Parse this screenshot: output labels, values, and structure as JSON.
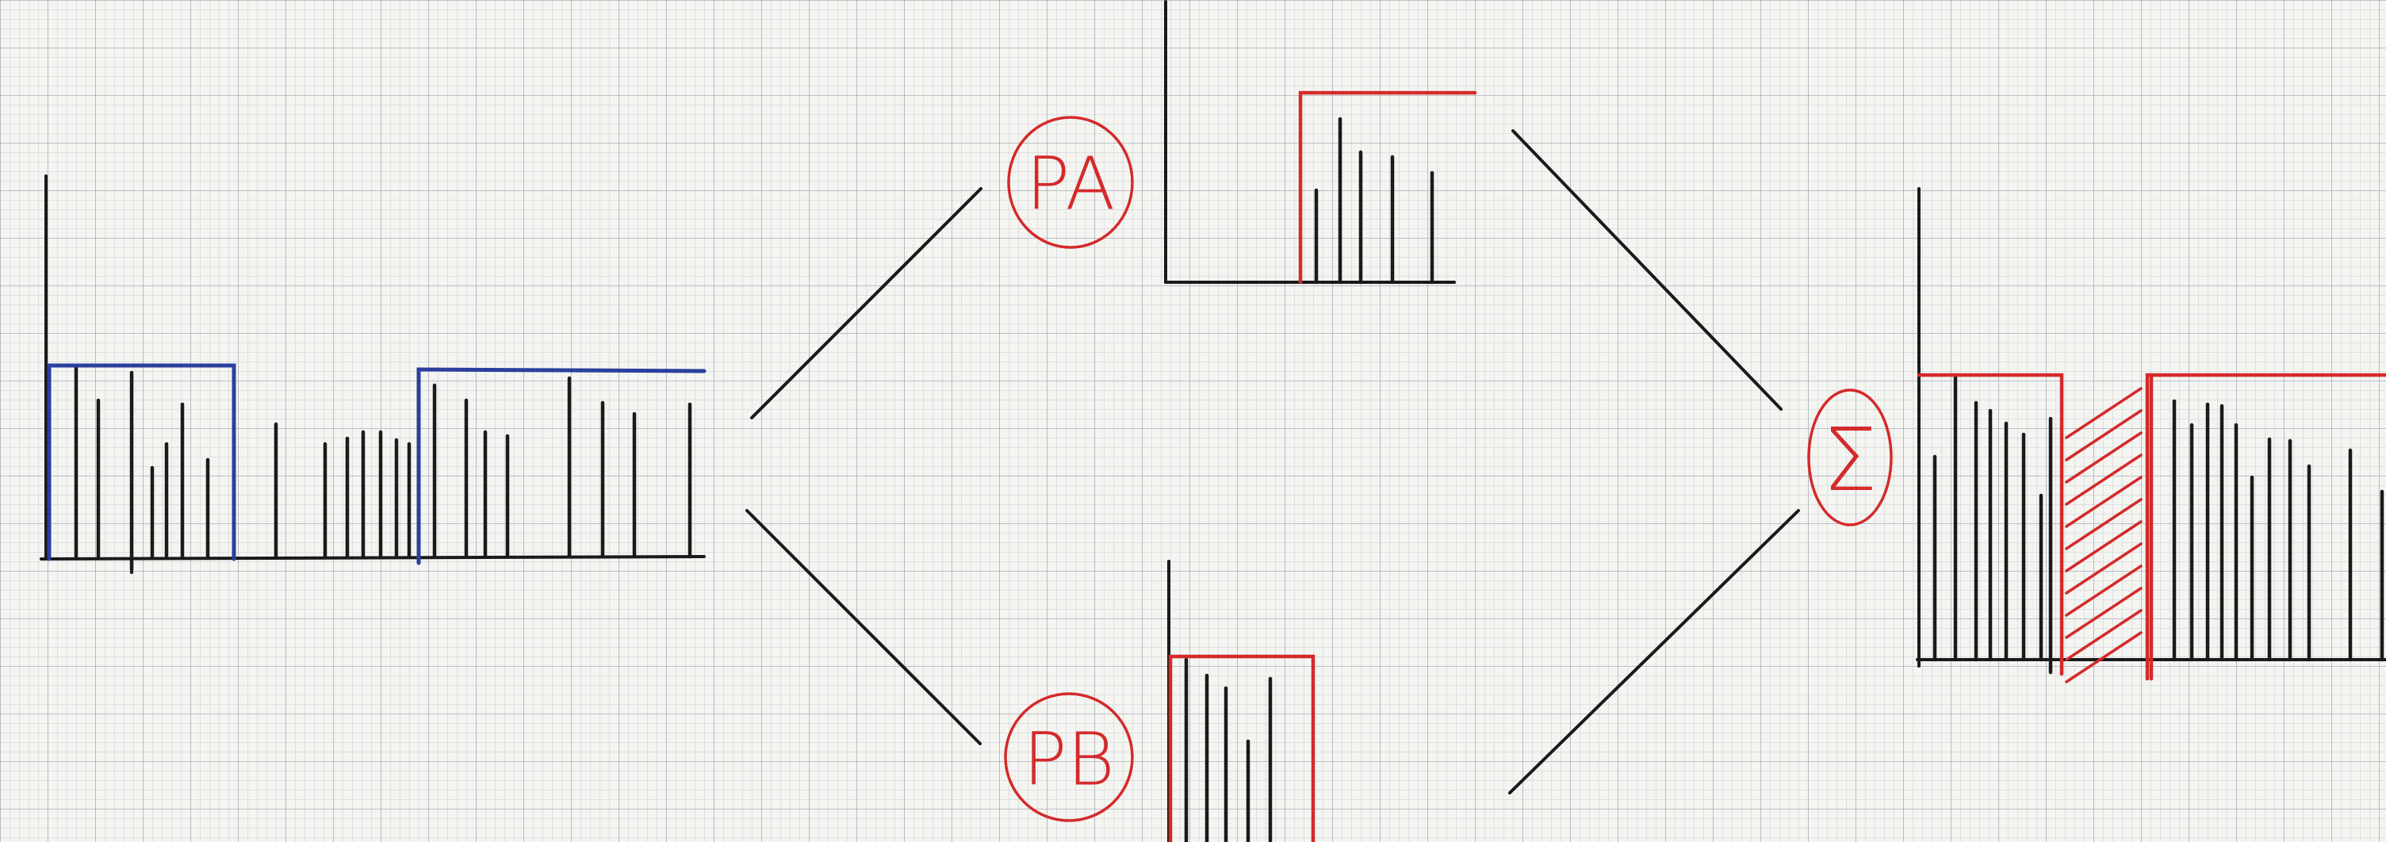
{
  "labels": {
    "pa": "PA",
    "pb": "PB",
    "sum": "Σ"
  },
  "colors": {
    "paper": "#f4f4f1",
    "grid_minor": "#c9ccd3",
    "grid_major": "#a9aeb8",
    "ink": "#1a1a1a",
    "window_blue": "#2b3f9e",
    "window_red": "#d42a2a"
  }
}
